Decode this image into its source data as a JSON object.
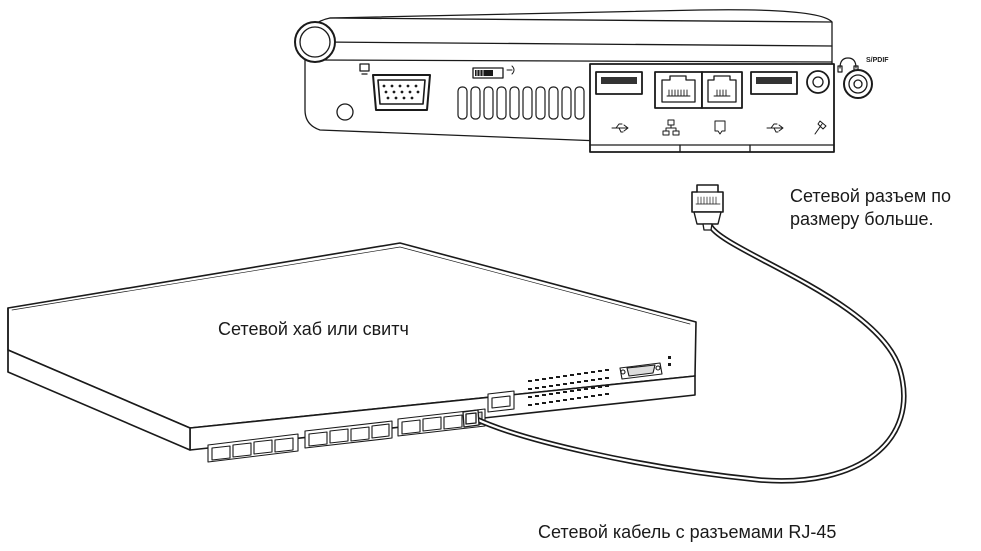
{
  "labels": {
    "connector_line1": "Сетевой разъем по",
    "connector_line2": "размеру больше.",
    "hub": "Сетевой хаб или свитч",
    "cable": "Сетевой кабель с разъемами RJ-45"
  },
  "laptop": {
    "spdif_label": "S/PDIF"
  },
  "colors": {
    "line": "#1a1a1a",
    "fill": "#ffffff",
    "port_fill": "#f0f0f0",
    "dark": "#333333"
  }
}
